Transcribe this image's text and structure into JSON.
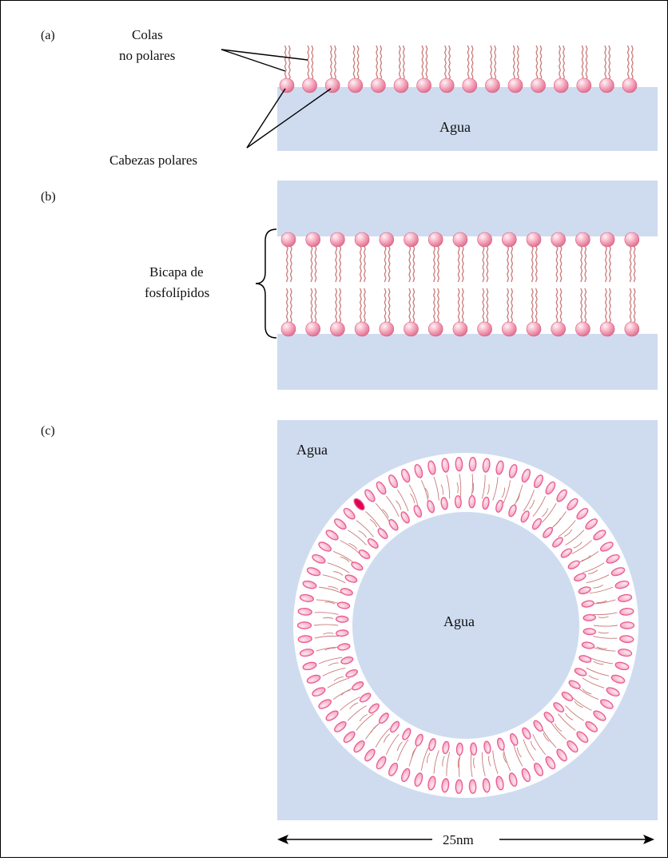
{
  "panels": {
    "a": {
      "label": "(a)",
      "tails_label_line1": "Colas",
      "tails_label_line2": "no polares",
      "heads_label": "Cabezas polares",
      "water_label": "Agua"
    },
    "b": {
      "label": "(b)",
      "bilayer_label_line1": "Bicapa de",
      "bilayer_label_line2": "fosfolípidos"
    },
    "c": {
      "label": "(c)",
      "outer_water_label": "Agua",
      "inner_water_label": "Agua",
      "scale_label": "25nm"
    }
  },
  "colors": {
    "water": "#cfdcf0",
    "head_fill": "#f5a9bf",
    "head_stroke": "#d9607f",
    "tail": "#c97a7a",
    "vesicle_head": "#ea5a8f",
    "vesicle_head_light": "#fbd4e2",
    "vesicle_membrane": "#ffffff",
    "highlight_head": "#e0005a"
  },
  "icons": {
    "tails_pointer": "leader-line",
    "heads_pointer": "leader-line",
    "bilayer_bracket": "curly-brace",
    "scale_arrows": "double-arrow"
  }
}
